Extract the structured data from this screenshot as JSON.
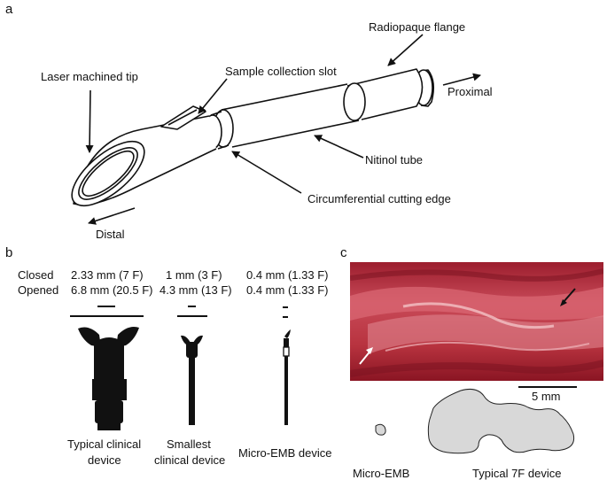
{
  "panels": {
    "a": "a",
    "b": "b",
    "c": "c"
  },
  "panel_a": {
    "radiopaque_flange": "Radiopaque flange",
    "sample_collection_slot": "Sample collection slot",
    "laser_machined_tip": "Laser machined tip",
    "proximal": "Proximal",
    "nitinol_tube": "Nitinol tube",
    "circumferential_cutting_edge": "Circumferential cutting edge",
    "distal": "Distal"
  },
  "panel_b": {
    "row_labels": {
      "closed": "Closed",
      "opened": "Opened"
    },
    "devices": [
      {
        "closed": "2.33 mm (7 F)",
        "opened": "6.8 mm (20.5 F)",
        "name_line1": "Typical clinical",
        "name_line2": "device"
      },
      {
        "closed": "1 mm (3 F)",
        "opened": "4.3 mm (13 F)",
        "name_line1": "Smallest",
        "name_line2": "clinical device"
      },
      {
        "closed": "0.4 mm (1.33 F)",
        "opened": "0.4 mm (1.33 F)",
        "name_line1": "Micro-EMB device",
        "name_line2": ""
      }
    ]
  },
  "panel_c": {
    "scale_bar": "5 mm",
    "micro_emb": "Micro-EMB",
    "typical_7f": "Typical 7F device"
  }
}
